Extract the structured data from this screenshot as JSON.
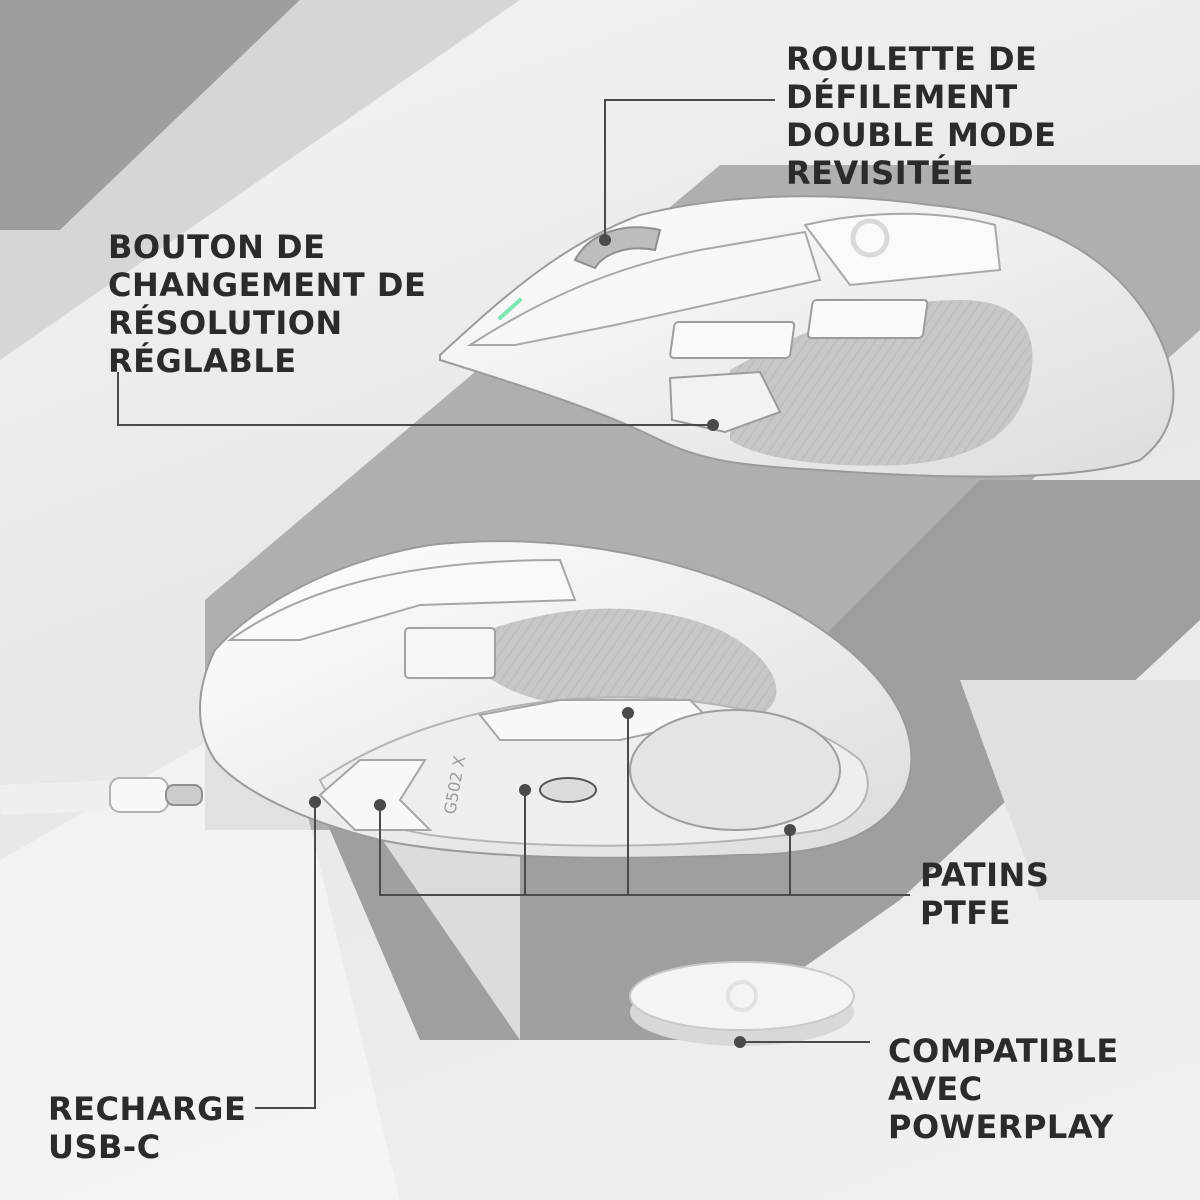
{
  "callouts": {
    "scroll_wheel": {
      "lines": [
        "ROULETTE DE",
        "DÉFILEMENT",
        "DOUBLE MODE",
        "REVISITÉE"
      ]
    },
    "dpi_button": {
      "lines": [
        "BOUTON DE",
        "CHANGEMENT DE",
        "RÉSOLUTION",
        "RÉGLABLE"
      ]
    },
    "ptfe_feet": {
      "lines": [
        "PATINS",
        "PTFE"
      ]
    },
    "powerplay": {
      "lines": [
        "COMPATIBLE",
        "AVEC",
        "POWERPLAY"
      ]
    },
    "usb_c": {
      "lines": [
        "RECHARGE",
        "USB-C"
      ]
    }
  },
  "product": {
    "model_marking": "G502 X",
    "body_color": "#f3f3f3",
    "grip_color": "#c9c9c9",
    "accent_color": "#7be8b5",
    "icons": [
      "logitech-g-logo-icon",
      "connector-dot-icon"
    ]
  },
  "colors": {
    "background": "#ececec",
    "dark_shape": "#a9a9a9",
    "mid_shape": "#cfcfcf",
    "text": "#2b2b2b",
    "callout_line": "#4a4a4a"
  }
}
